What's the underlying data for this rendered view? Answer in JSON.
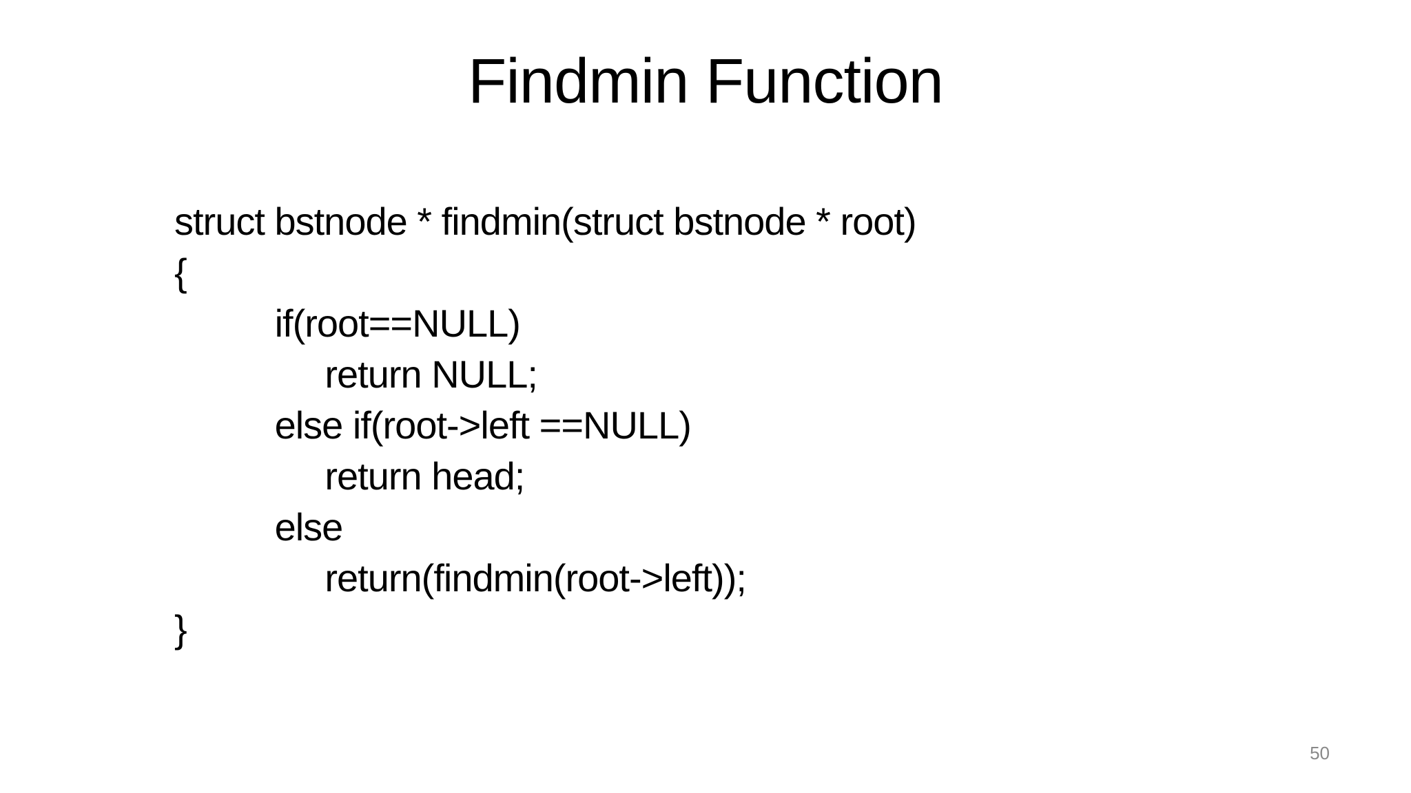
{
  "slide": {
    "title": "Findmin Function",
    "code": {
      "lines": [
        "struct bstnode * findmin(struct bstnode * root)",
        "{",
        "          if(root==NULL)",
        "               return NULL;",
        "          else if(root->left ==NULL)",
        "               return head;",
        "          else",
        "               return(findmin(root->left));",
        "}"
      ]
    },
    "page_number": "50",
    "colors": {
      "background": "#ffffff",
      "text": "#000000",
      "page_number": "#898989"
    }
  }
}
